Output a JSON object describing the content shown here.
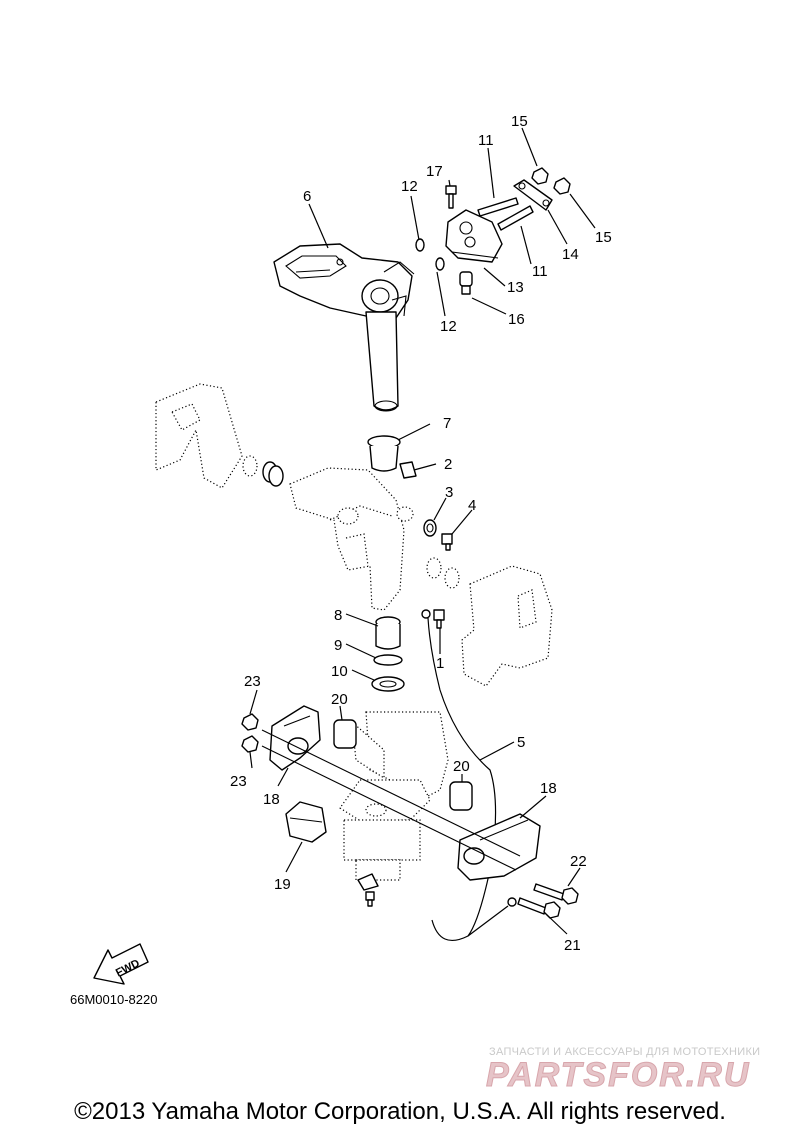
{
  "callouts": [
    {
      "id": "c1",
      "text": "1"
    },
    {
      "id": "c2",
      "text": "2"
    },
    {
      "id": "c3",
      "text": "3"
    },
    {
      "id": "c4",
      "text": "4"
    },
    {
      "id": "c5",
      "text": "5"
    },
    {
      "id": "c6",
      "text": "6"
    },
    {
      "id": "c7",
      "text": "7"
    },
    {
      "id": "c8",
      "text": "8"
    },
    {
      "id": "c9",
      "text": "9"
    },
    {
      "id": "c10",
      "text": "10"
    },
    {
      "id": "c11a",
      "text": "11"
    },
    {
      "id": "c11b",
      "text": "11"
    },
    {
      "id": "c12a",
      "text": "12"
    },
    {
      "id": "c12b",
      "text": "12"
    },
    {
      "id": "c13",
      "text": "13"
    },
    {
      "id": "c14",
      "text": "14"
    },
    {
      "id": "c15a",
      "text": "15"
    },
    {
      "id": "c15b",
      "text": "15"
    },
    {
      "id": "c16",
      "text": "16"
    },
    {
      "id": "c17",
      "text": "17"
    },
    {
      "id": "c18a",
      "text": "18"
    },
    {
      "id": "c18b",
      "text": "18"
    },
    {
      "id": "c19",
      "text": "19"
    },
    {
      "id": "c20a",
      "text": "20"
    },
    {
      "id": "c20b",
      "text": "20"
    },
    {
      "id": "c21",
      "text": "21"
    },
    {
      "id": "c22",
      "text": "22"
    },
    {
      "id": "c23a",
      "text": "23"
    },
    {
      "id": "c23b",
      "text": "23"
    }
  ],
  "fwd_label": "FWD",
  "drawing_code": "66M0010-8220",
  "watermark": {
    "line1": "ЗАПЧАСТИ И АКСЕССУАРЫ ДЛЯ МОТОТЕХНИКИ",
    "brand": "PARTSFOR.RU"
  },
  "copyright": "©2013 Yamaha Motor Corporation, U.S.A. All rights reserved."
}
